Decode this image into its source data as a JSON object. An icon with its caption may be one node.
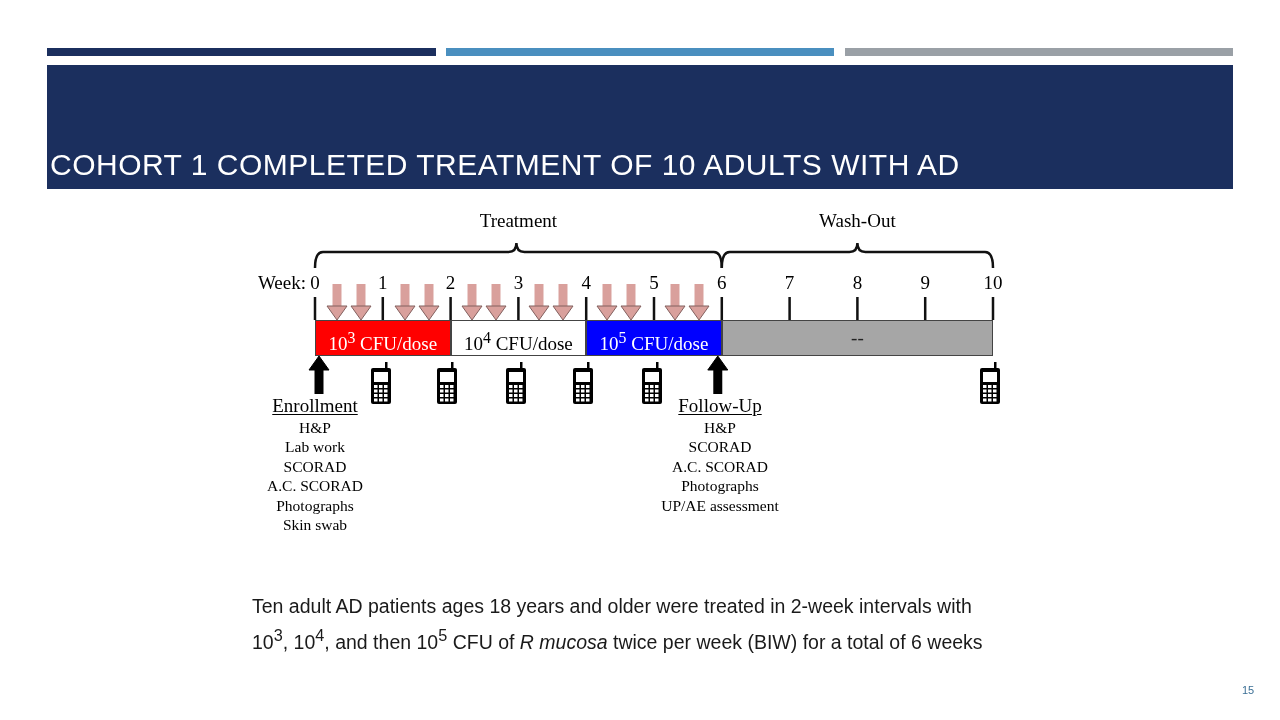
{
  "diagram": {
    "title": "COHORT 1 COMPLETED TREATMENT OF 10 ADULTS WITH AD",
    "caption": "Ten adult AD patients ages 18 years and older were treated in 2-week intervals with 10$^{3}$, 10$^{4}$, and then 10$^{5}$ CFU of *R mucosa* twice per week (BIW) for a total of 6 weeks",
    "nodes": [
      {
        "text": [
          "10$^{3}$ CFU/dose"
        ]
      },
      {
        "text": [
          "10$^{4}$ CFU/dose"
        ]
      },
      {
        "text": [
          "10$^{5}$ CFU/dose"
        ]
      },
      {
        "text": [
          "--"
        ]
      },
      {
        "text": [
          "Enrollment",
          "H&P",
          "Lab work",
          "SCORAD",
          "A.C. SCORAD",
          "Photographs",
          "Skin swab"
        ]
      },
      {
        "text": [
          "Follow-Up",
          "H&P",
          "SCORAD",
          "A.C. SCORAD",
          "Photographs",
          "UP/AE assessment"
        ]
      }
    ],
    "edges": [
      {
        "from": 4,
        "to": 0,
        "arrow": "to",
        "color": "#000000"
      },
      {
        "from": 5,
        "to": 2,
        "arrow": "to",
        "color": "#000000"
      },
      {
        "from": null,
        "to": 0,
        "arrow": "to"
      },
      {
        "from": null,
        "to": 0,
        "arrow": "to"
      },
      {
        "from": null,
        "to": 0,
        "arrow": "to"
      },
      {
        "from": null,
        "to": 0,
        "arrow": "to"
      },
      {
        "from": null,
        "to": 1,
        "arrow": "to"
      },
      {
        "from": null,
        "to": 1,
        "arrow": "to"
      },
      {
        "from": null,
        "to": 1,
        "arrow": "to"
      },
      {
        "from": null,
        "to": 1,
        "arrow": "to"
      },
      {
        "from": null,
        "to": 2,
        "arrow": "to"
      },
      {
        "from": null,
        "to": 2,
        "arrow": "to"
      },
      {
        "from": null,
        "to": 2,
        "arrow": "to"
      },
      {
        "from": null,
        "to": 2,
        "arrow": "to"
      }
    ],
    "labels": [
      "Treatment",
      "Wash-Out",
      "Week:",
      "0",
      "1",
      "2",
      "3",
      "4",
      "5",
      "6",
      "7",
      "8",
      "9",
      "10",
      "15"
    ]
  }
}
